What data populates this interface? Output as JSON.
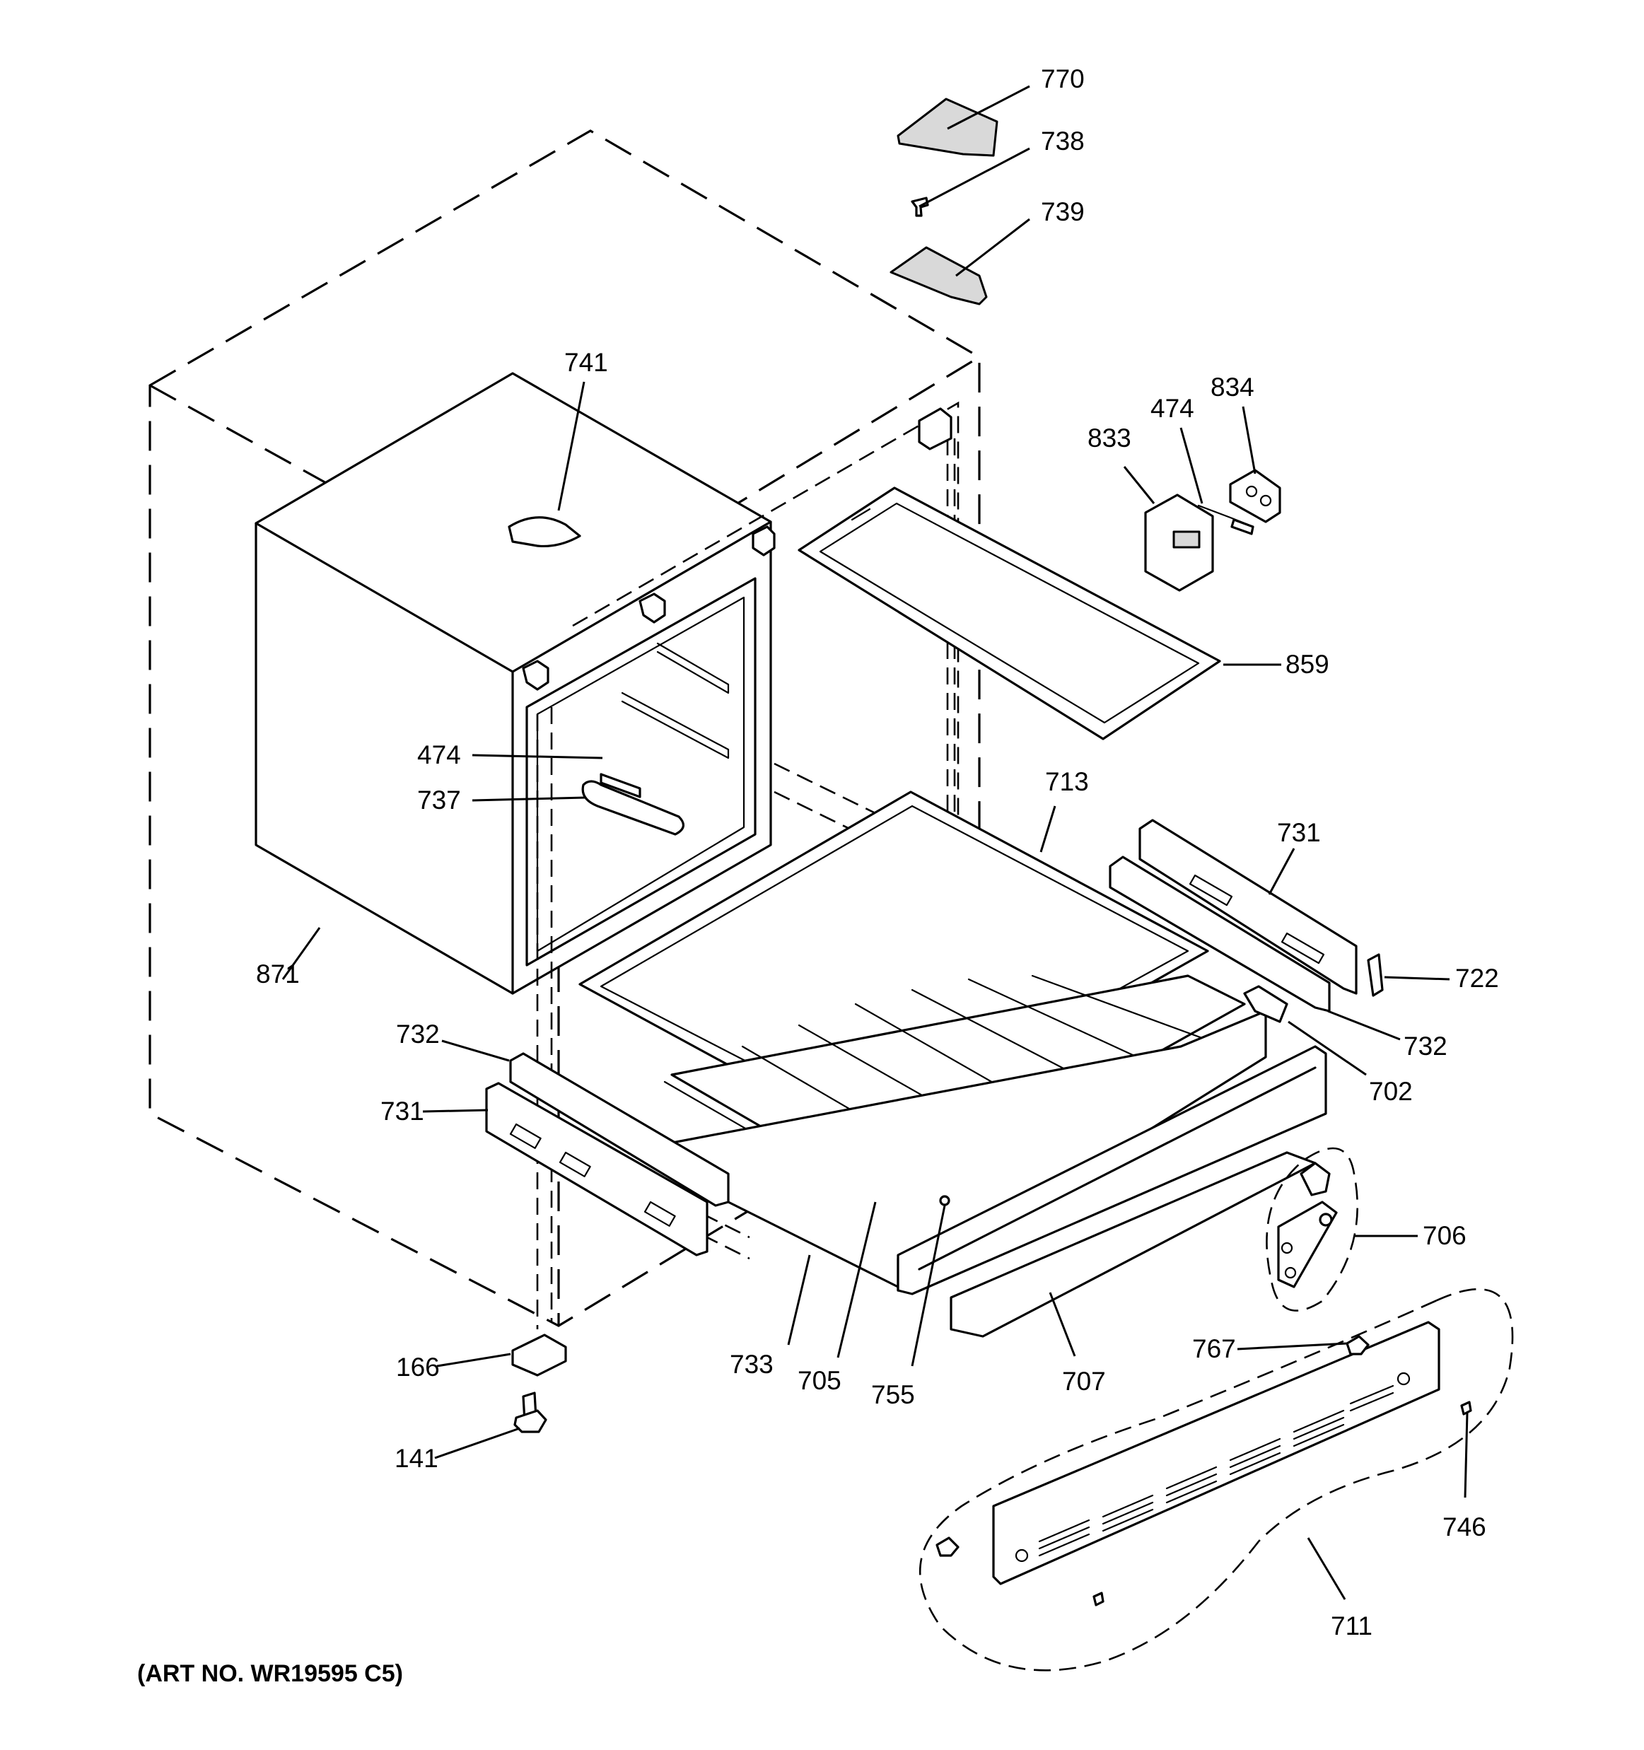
{
  "colors": {
    "ink": "#000000",
    "paper": "#ffffff",
    "shade": "#d9d9d9"
  },
  "art_number": "(ART NO. WR19595 C5)",
  "callouts": [
    {
      "id": "c770a",
      "text": "770"
    },
    {
      "id": "c738",
      "text": "738"
    },
    {
      "id": "c739",
      "text": "739"
    },
    {
      "id": "c741",
      "text": "741"
    },
    {
      "id": "c834",
      "text": "834"
    },
    {
      "id": "c474a",
      "text": "474"
    },
    {
      "id": "c833",
      "text": "833"
    },
    {
      "id": "c859",
      "text": "859"
    },
    {
      "id": "c474b",
      "text": "474"
    },
    {
      "id": "c737",
      "text": "737"
    },
    {
      "id": "c713",
      "text": "713"
    },
    {
      "id": "c731a",
      "text": "731"
    },
    {
      "id": "c722",
      "text": "722"
    },
    {
      "id": "c871",
      "text": "871"
    },
    {
      "id": "c732a",
      "text": "732"
    },
    {
      "id": "c732b",
      "text": "732"
    },
    {
      "id": "c702",
      "text": "702"
    },
    {
      "id": "c731b",
      "text": "731"
    },
    {
      "id": "c706",
      "text": "706"
    },
    {
      "id": "c767",
      "text": "767"
    },
    {
      "id": "c166",
      "text": "166"
    },
    {
      "id": "c733",
      "text": "733"
    },
    {
      "id": "c705",
      "text": "705"
    },
    {
      "id": "c755",
      "text": "755"
    },
    {
      "id": "c707",
      "text": "707"
    },
    {
      "id": "c141",
      "text": "141"
    },
    {
      "id": "c746",
      "text": "746"
    },
    {
      "id": "c711",
      "text": "711"
    }
  ]
}
